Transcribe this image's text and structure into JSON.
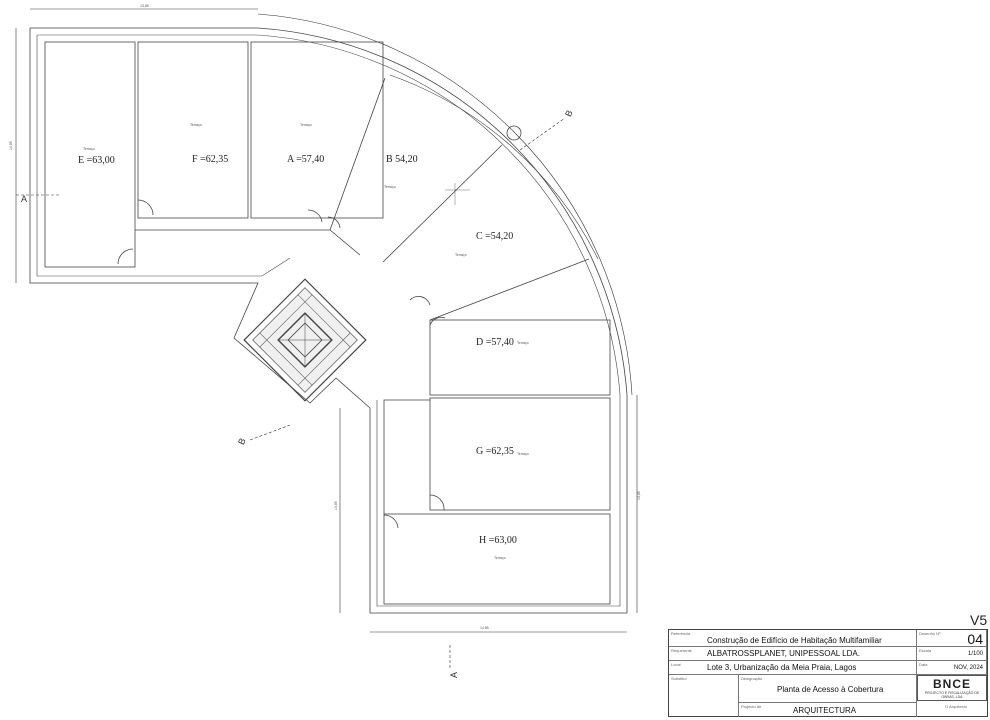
{
  "plan": {
    "rooms": [
      {
        "id": "E",
        "label": "E =63,00"
      },
      {
        "id": "F",
        "label": "F =62,35"
      },
      {
        "id": "A",
        "label": "A =57,40"
      },
      {
        "id": "B",
        "label": "B 54,20"
      },
      {
        "id": "C",
        "label": "C =54,20"
      },
      {
        "id": "D",
        "label": "D =57,40"
      },
      {
        "id": "G",
        "label": "G =62,35"
      },
      {
        "id": "H",
        "label": "H =63,00"
      }
    ],
    "sections": {
      "a_left": "A",
      "b_top": "B",
      "b_left": "B",
      "a_bottom": "A"
    }
  },
  "version": "V5",
  "title_block": {
    "ref_label": "Referência",
    "ref_value": "Construção de Edifício de Habitação Multifamiliar",
    "req_label": "Requerente",
    "req_value": "ALBATROSSPLANET, UNIPESSOAL LDA.",
    "loc_label": "Local",
    "loc_value": "Lote 3, Urbanização da Meia Praia, Lagos",
    "drawing_no_label": "Desenho Nº",
    "drawing_no": "04",
    "scale_label": "Escala",
    "scale": "1/100",
    "date_label": "Data",
    "date": "NOV, 2024",
    "subtitle_label": "Substituí",
    "designation_label": "Designação",
    "designation": "Planta de Acesso à Cobertura",
    "project_label": "Projecto de",
    "project": "ARQUITECTURA",
    "architect_label": "O Arquitecto",
    "logo_main": "BNCE",
    "logo_sub": "PROJECTO E FISCALIZAÇÃO DE OBRAS, LDA"
  }
}
